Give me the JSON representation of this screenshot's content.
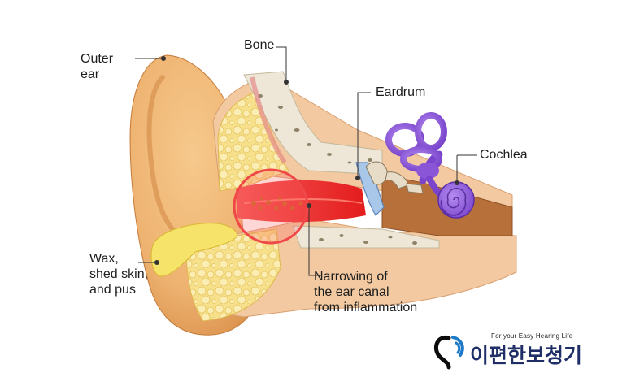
{
  "labels": {
    "outer_ear": "Outer\near",
    "bone": "Bone",
    "eardrum": "Eardrum",
    "cochlea": "Cochlea",
    "wax": "Wax,\nshed skin,\nand pus",
    "narrowing": "Narrowing of\nthe ear canal\nfrom inflammation"
  },
  "logo": {
    "tagline": "For your Easy Hearing Life",
    "brand": "이편한보청기",
    "icon": "ear-icon"
  },
  "colors": {
    "skin": "#f0b978",
    "skin_dark": "#d98a45",
    "bone": "#ede6d8",
    "bone_spot": "#8f8269",
    "fat": "#f6e18a",
    "inflamed": "#ee2424",
    "wax": "#f3e05c",
    "cochlea": "#8a55d6",
    "cochlea_dark": "#5b2ea6",
    "brand": "#1f2e66"
  }
}
